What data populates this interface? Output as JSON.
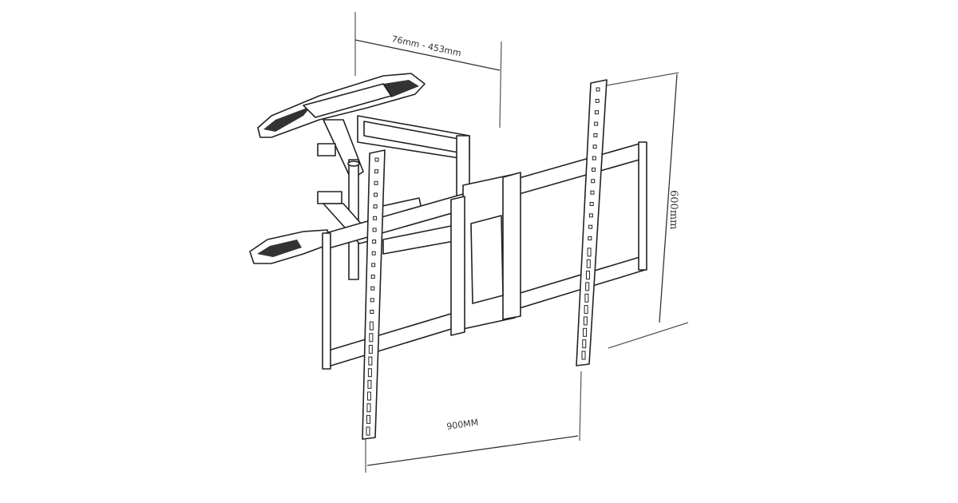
{
  "dimensions": {
    "arm_extension": "76mm - 453mm",
    "height": "600mm",
    "width": "900MM"
  }
}
